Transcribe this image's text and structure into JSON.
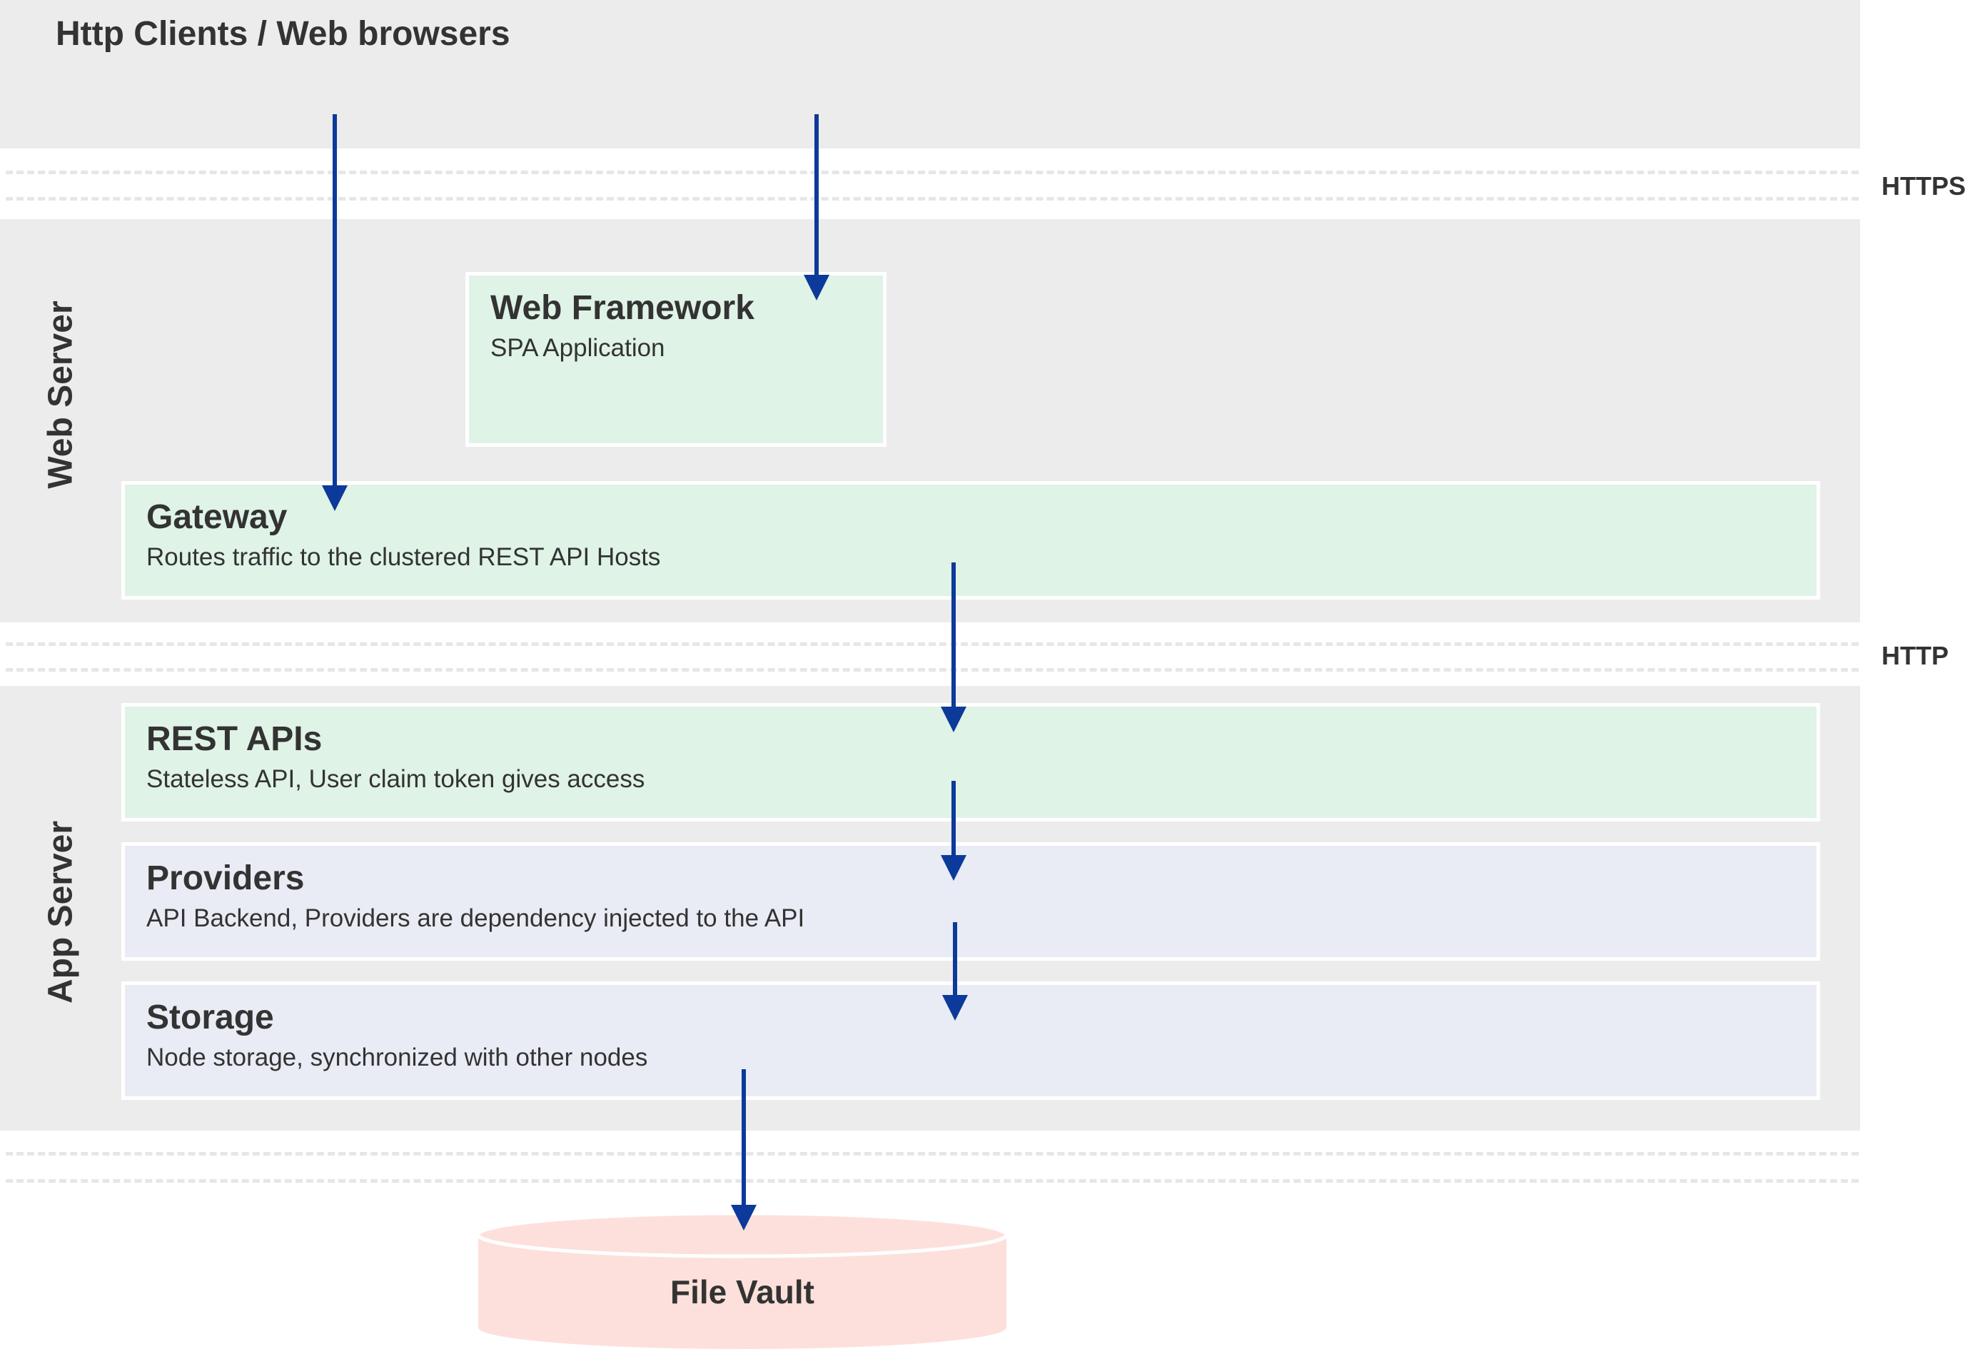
{
  "clients": {
    "title": "Http Clients / Web browsers"
  },
  "protocols": {
    "https": "HTTPS",
    "http": "HTTP"
  },
  "web_server": {
    "label": "Web Server",
    "web_framework": {
      "title": "Web Framework",
      "desc": "SPA Application"
    },
    "gateway": {
      "title": "Gateway",
      "desc": "Routes traffic to the clustered REST API Hosts"
    }
  },
  "app_server": {
    "label": "App Server",
    "rest_apis": {
      "title": "REST APIs",
      "desc": "Stateless API, User claim token gives access"
    },
    "providers": {
      "title": "Providers",
      "desc": "API Backend, Providers are dependency injected to the API"
    },
    "storage": {
      "title": "Storage",
      "desc": "Node storage, synchronized with other nodes"
    }
  },
  "file_vault": {
    "label": "File Vault"
  },
  "colors": {
    "band": "#ececec",
    "component_green": "#dff3e6",
    "component_blue": "#e9ecf5",
    "vault": "#fde0dc",
    "arrow": "#0b3a9a",
    "text": "#333333"
  }
}
